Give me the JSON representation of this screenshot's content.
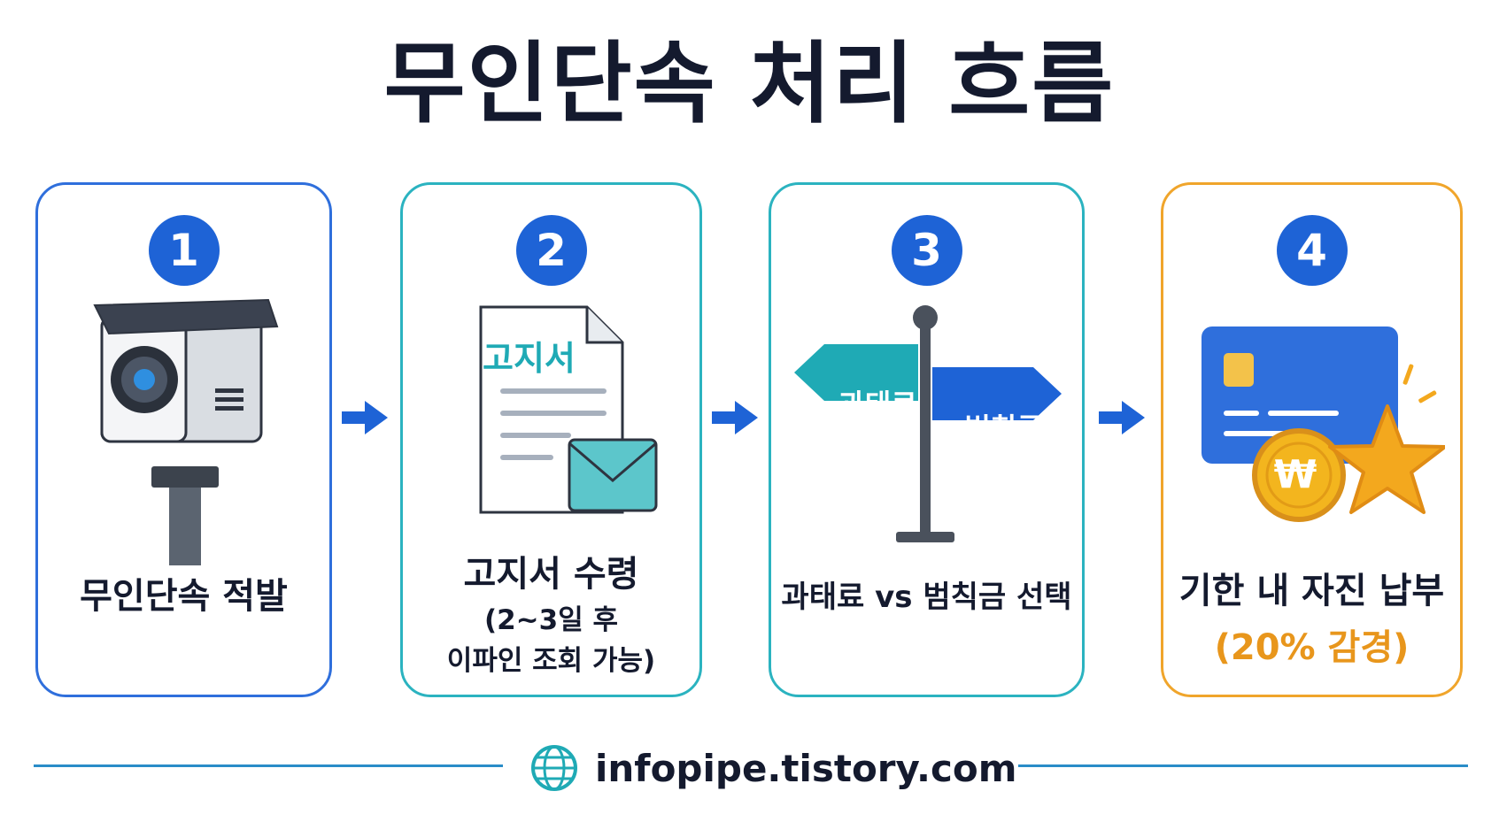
{
  "title": "무인단속 처리 흐름",
  "steps": [
    {
      "number": "1",
      "label": "무인단속 적발"
    },
    {
      "number": "2",
      "label": "고지서 수령",
      "sub1": "(2~3일 후",
      "sub2": "이파인 조회 가능)",
      "doc_label": "고지서"
    },
    {
      "number": "3",
      "label": "과태료 vs 범칙금 선택",
      "sign_left": "과태료",
      "sign_right": "범칙금"
    },
    {
      "number": "4",
      "label": "기한 내 자진 납부",
      "sub1": "(20% 감경)",
      "coin_symbol": "₩"
    }
  ],
  "footer": {
    "url": "infopipe.tistory.com"
  },
  "colors": {
    "card1_border": "#2f6fdc",
    "card2_border": "#2bb3c0",
    "card3_border": "#2bb3c0",
    "card4_border": "#f0a52b",
    "accent_blue": "#1e63d6",
    "accent_teal": "#1faab5",
    "accent_orange": "#e8961c"
  }
}
